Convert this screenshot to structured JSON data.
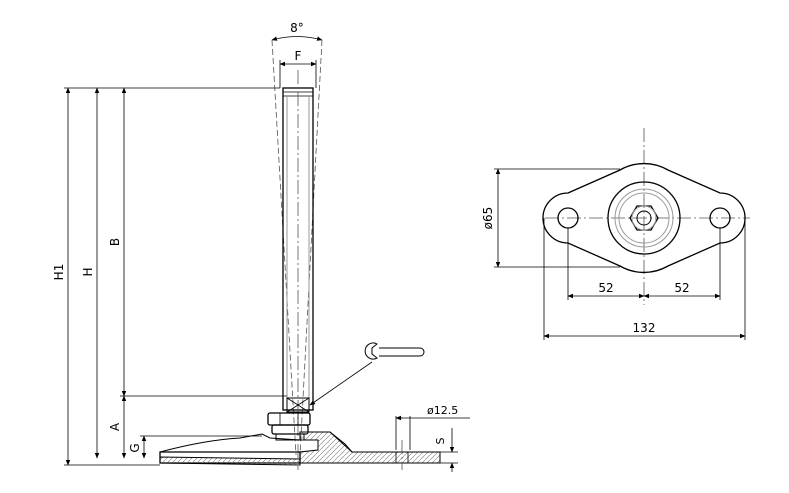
{
  "side_view": {
    "angle_label": "8°",
    "f_label": "F",
    "h1_label": "H1",
    "h_label": "H",
    "b_label": "B",
    "a_label": "A",
    "g_label": "G",
    "s_label": "S",
    "hole_dia_label": "ø12.5"
  },
  "top_view": {
    "dia_label": "ø65",
    "left_half_label": "52",
    "right_half_label": "52",
    "overall_label": "132"
  }
}
